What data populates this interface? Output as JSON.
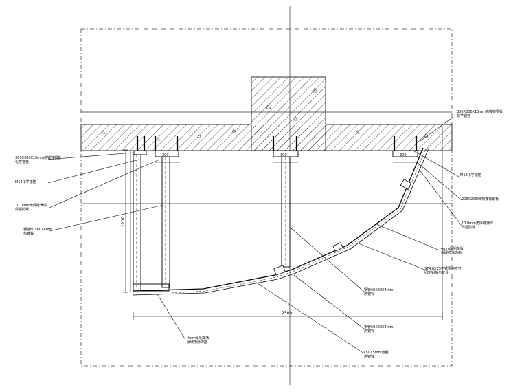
{
  "dimensions": {
    "overall_width": "2500",
    "overall_height": "1200",
    "anchor_plate": "300"
  },
  "callouts": {
    "top_right_plate": [
      "300X300X10mm热镀锌钢板",
      "化学锚栓"
    ],
    "left_plate": [
      "300X300X10mm热镀锌钢板",
      "化学锚栓"
    ],
    "left_bolt": [
      "M12化学锚栓"
    ],
    "left_weld": [
      "10.0mm角焊缝满焊",
      "焊后防锈"
    ],
    "left_tube": [
      "钢管60X60X4mm",
      "热镀锌"
    ],
    "right_bolt": [
      "M12化学锚栓"
    ],
    "right_plate_small": [
      "200X200X8热镀锌钢板"
    ],
    "right_weld": [
      "10.0mm角焊缝满焊",
      "焊后防锈"
    ],
    "right_panel": [
      "4mm厚铝单板",
      "氟碳喷涂饰面"
    ],
    "right_keel": [
      "ST4.8X25不锈钢自攻钉",
      "固定铝板与龙骨"
    ],
    "mid_tube_a": [
      "钢管60X60X4mm",
      "热镀锌"
    ],
    "mid_tube_b": [
      "钢管60X60X4mm",
      "热镀锌"
    ],
    "angle_steel": [
      "L50X5mm角钢",
      "热镀锌"
    ],
    "bottom_panel": [
      "4mm厚铝单板",
      "氟碳喷涂饰面"
    ]
  }
}
